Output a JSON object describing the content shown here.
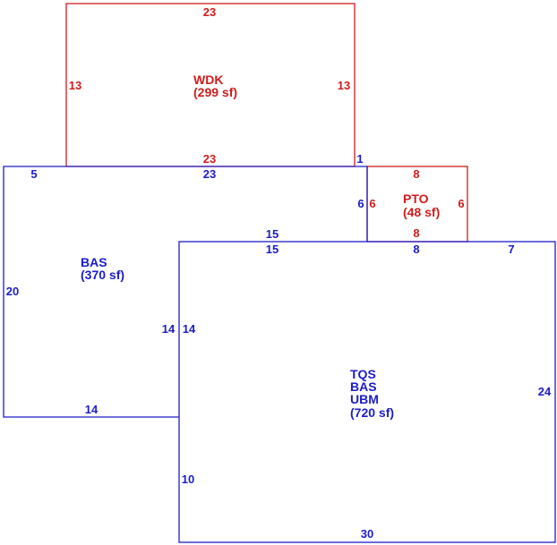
{
  "colors": {
    "red": "#d01c1c",
    "blue": "#1c1cc8"
  },
  "wdk": {
    "name": "WDK",
    "area": "(299 sf)",
    "top": "23",
    "left": "13",
    "right": "13",
    "bottom": "23"
  },
  "pto": {
    "name": "PTO",
    "area": "(48 sf)",
    "top": "8",
    "left": "6",
    "right": "6",
    "bottom": "8"
  },
  "bas": {
    "name": "BAS",
    "area": "(370 sf)",
    "top_left": "5",
    "top": "23",
    "right_step": "1",
    "right_upper": "6",
    "step": "15",
    "left": "20",
    "inner": "14",
    "bottom": "14"
  },
  "main": {
    "line1": "TQS",
    "line2": "BAS",
    "line3": "UBM",
    "area": "(720 sf)",
    "top_a": "15",
    "top_b": "8",
    "top_c": "7",
    "left_upper": "14",
    "left_lower": "10",
    "right": "24",
    "bottom": "30"
  }
}
